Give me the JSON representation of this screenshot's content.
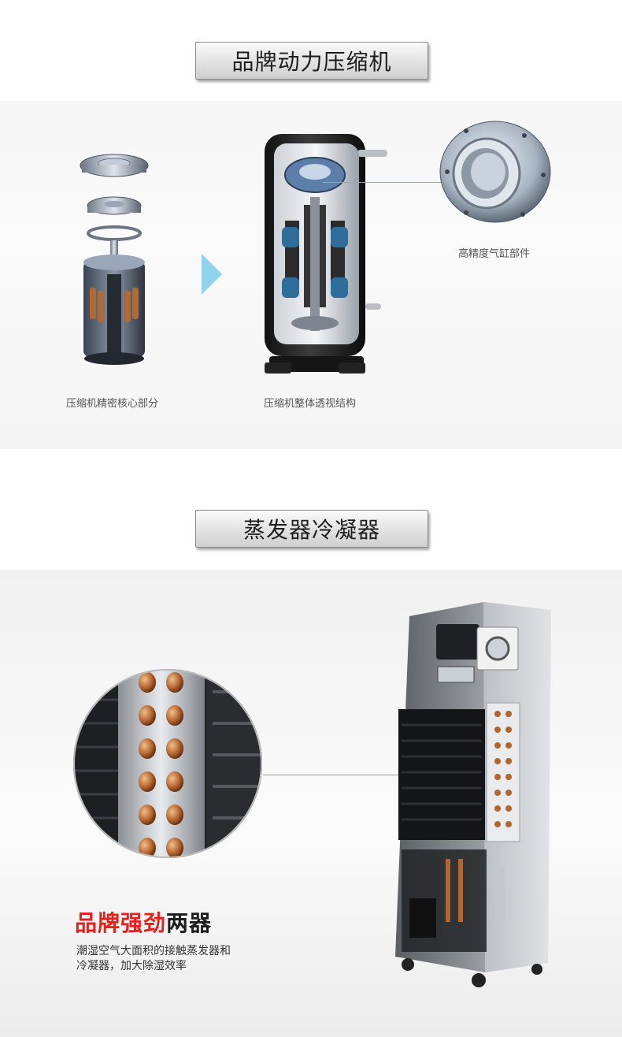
{
  "section1": {
    "title": "品牌动力压缩机",
    "captions": {
      "core": "压缩机精密核心部分",
      "structure": "压缩机整体透视结构",
      "cylinder": "高精度气缸部件"
    }
  },
  "section2": {
    "title": "蒸发器冷凝器",
    "headline_red": "品牌强劲",
    "headline_dark": "两器",
    "desc_line1": "潮湿空气大面积的接触蒸发器和",
    "desc_line2": "冷凝器，加大除湿效率"
  },
  "colors": {
    "accent": "#e2201c",
    "arrow": "#8fd3ee",
    "copper": "#b5642e"
  }
}
